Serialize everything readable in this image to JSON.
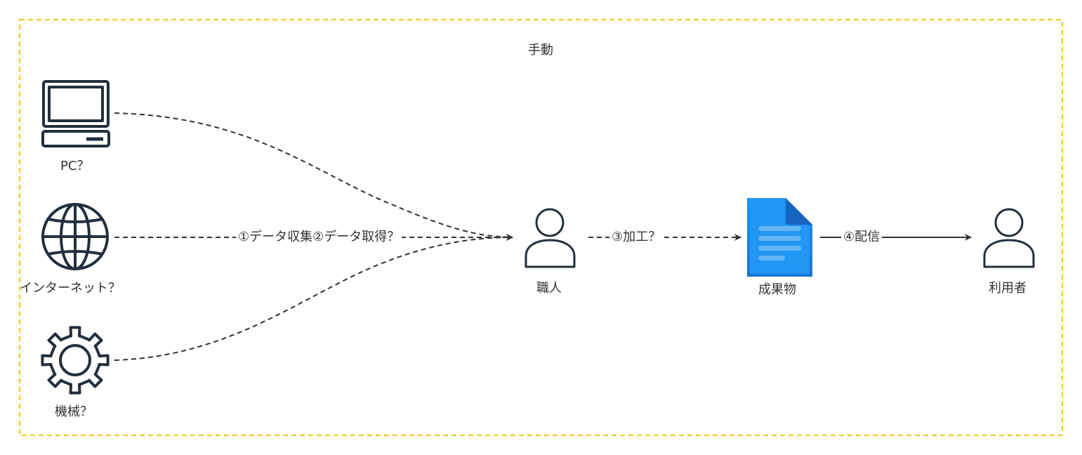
{
  "frame": {
    "title": "手動",
    "border_color": "#f2c811"
  },
  "nodes": {
    "pc": {
      "label": "PC？",
      "icon": "laptop-icon"
    },
    "internet": {
      "label": "インターネット？",
      "icon": "globe-icon"
    },
    "machine": {
      "label": "機械？",
      "icon": "gear-icon"
    },
    "craftsman": {
      "label": "職人",
      "icon": "user-icon"
    },
    "deliverable": {
      "label": "成果物",
      "icon": "document-icon"
    },
    "user": {
      "label": "利用者",
      "icon": "user-icon"
    }
  },
  "edges": {
    "collect": {
      "label": "①データ収集②データ取得？"
    },
    "process": {
      "label": "③加工？"
    },
    "deliver": {
      "label": "④配信"
    }
  },
  "colors": {
    "icon": "#232f3e",
    "line": "#333333",
    "doc_blue": "#1e88e5",
    "doc_light": "#64b5f6",
    "doc_fold": "#1565c0"
  }
}
